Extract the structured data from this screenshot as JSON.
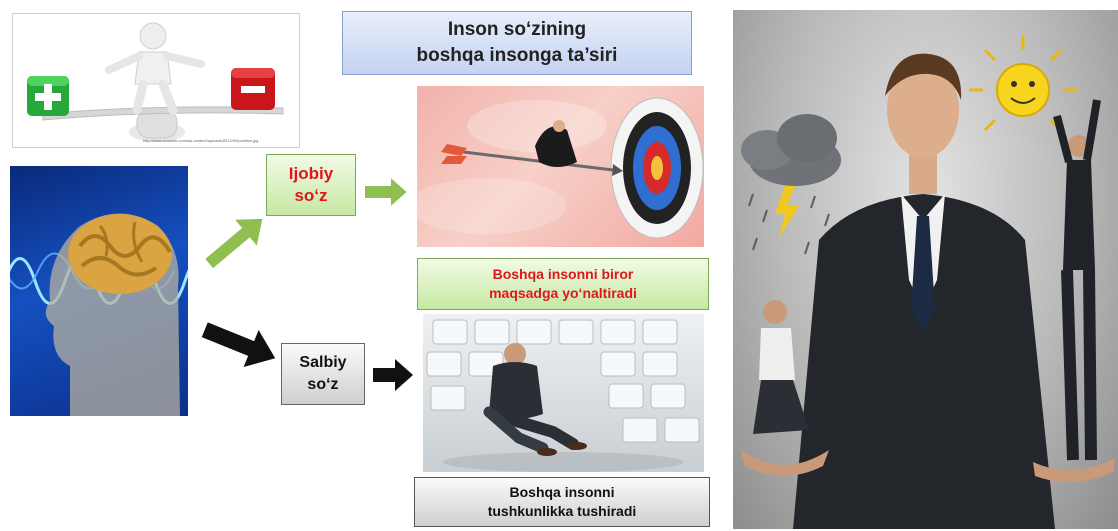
{
  "title": {
    "line1": "Inson so‘zining",
    "line2": "boshqa insonga ta’siri"
  },
  "positive_word": {
    "line1": "Ijobiy",
    "line2": "so‘z"
  },
  "negative_word": {
    "line1": "Salbiy",
    "line2": "so‘z"
  },
  "positive_result": {
    "line1": "Boshqa insonni biror",
    "line2": "maqsadga yo‘naltiradi"
  },
  "negative_result": {
    "line1": "Boshqa insonni",
    "line2": "tushkunlikka tushiradi"
  },
  "colors": {
    "accent_red": "#e0161c",
    "green_arrow": "#8fbf4f",
    "black_arrow": "#111111"
  }
}
